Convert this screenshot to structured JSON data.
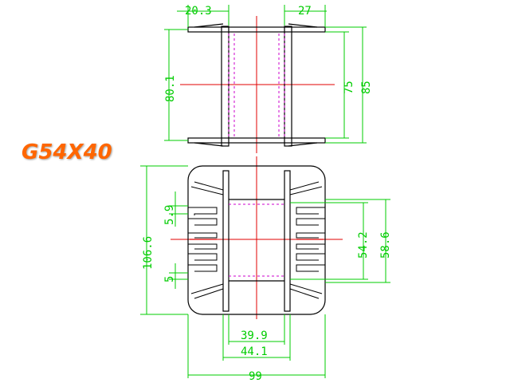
{
  "model": "G54X40",
  "colors": {
    "outline": "#000000",
    "dimension": "#00cc00",
    "dimension_text": "#00cc00",
    "centerline": "#e00000",
    "hidden": "#cc00cc",
    "label": "#ff6600",
    "background": "#ffffff"
  },
  "top_view": {
    "dims": {
      "left_flange": "20.3",
      "right_flange": "27",
      "overall_left": "80.1",
      "inner_right": "75",
      "overall_right": "85"
    }
  },
  "bottom_view": {
    "dims": {
      "pin_pitch": "5.9",
      "height": "106.6",
      "pin_gap": "5",
      "window_h": "54.2",
      "outer_h": "58.6",
      "window_w": "39.9",
      "outer_w": "44.1",
      "total_w": "99"
    }
  }
}
